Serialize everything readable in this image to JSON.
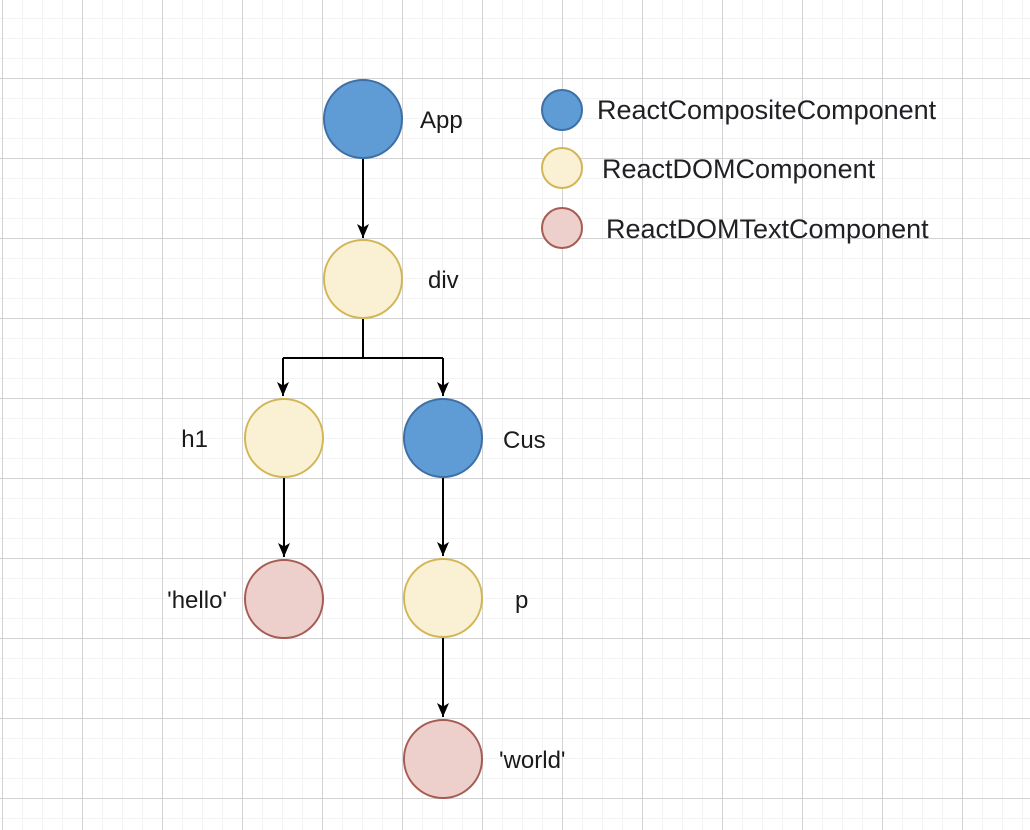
{
  "diagram": {
    "description": "React component instance tree",
    "nodes": [
      {
        "id": "app",
        "label": "App",
        "component_type": "ReactCompositeComponent"
      },
      {
        "id": "div",
        "label": "div",
        "component_type": "ReactDOMComponent"
      },
      {
        "id": "h1",
        "label": "h1",
        "component_type": "ReactDOMComponent"
      },
      {
        "id": "cus",
        "label": "Cus",
        "component_type": "ReactCompositeComponent"
      },
      {
        "id": "hello",
        "label": "'hello'",
        "component_type": "ReactDOMTextComponent"
      },
      {
        "id": "p",
        "label": "p",
        "component_type": "ReactDOMComponent"
      },
      {
        "id": "world",
        "label": "'world'",
        "component_type": "ReactDOMTextComponent"
      }
    ],
    "edges": [
      {
        "from": "App",
        "to": "div"
      },
      {
        "from": "div",
        "to": "h1"
      },
      {
        "from": "div",
        "to": "Cus"
      },
      {
        "from": "h1",
        "to": "'hello'"
      },
      {
        "from": "Cus",
        "to": "p"
      },
      {
        "from": "p",
        "to": "'world'"
      }
    ],
    "legend": [
      {
        "swatch": "composite",
        "label": "ReactCompositeComponent"
      },
      {
        "swatch": "dom",
        "label": "ReactDOMComponent"
      },
      {
        "swatch": "text",
        "label": "ReactDOMTextComponent"
      }
    ],
    "colors": {
      "composite_fill": "#5F9CD5",
      "composite_stroke": "#3D6FA5",
      "dom_fill": "#FAF1D4",
      "dom_stroke": "#D2B656",
      "text_fill": "#EDCFCC",
      "text_stroke": "#A65B53",
      "edge": "#000000",
      "label_text": "#1A1A1A"
    }
  }
}
